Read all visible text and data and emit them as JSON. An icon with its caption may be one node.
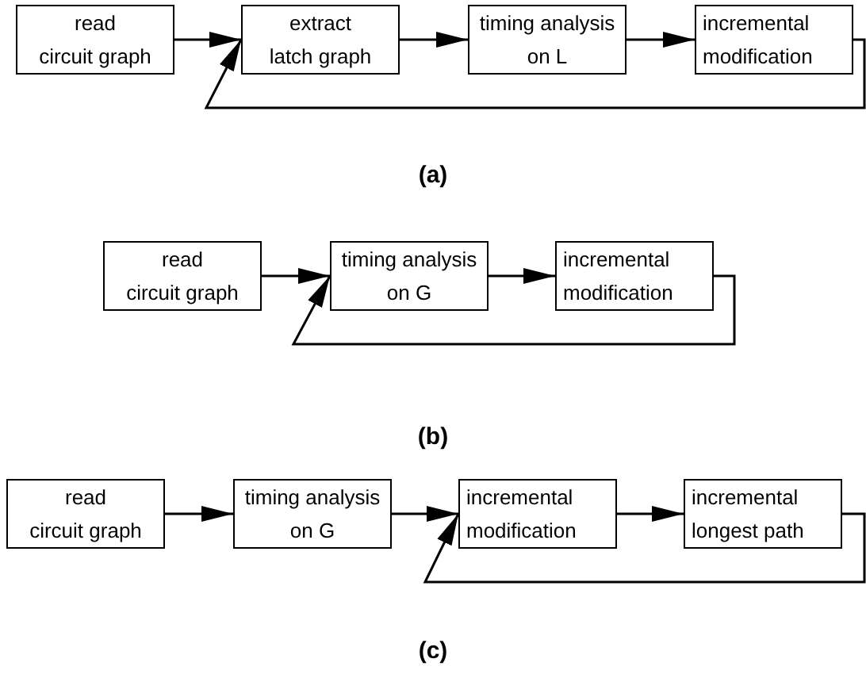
{
  "diagram": {
    "nodes": [
      {
        "text": [
          "read circuit graph"
        ]
      },
      {
        "text": [
          "extract latch graph"
        ]
      },
      {
        "text": [
          "timing analysis on L"
        ]
      },
      {
        "text": [
          "incremental modification"
        ]
      },
      {
        "text": [
          "read circuit graph"
        ]
      },
      {
        "text": [
          "timing analysis on G"
        ]
      },
      {
        "text": [
          "incremental modification"
        ]
      },
      {
        "text": [
          "read circuit graph"
        ]
      },
      {
        "text": [
          "timing analysis on G"
        ]
      },
      {
        "text": [
          "incremental modification"
        ]
      },
      {
        "text": [
          "incremental longest path"
        ]
      }
    ],
    "edges": [
      {
        "from": 0,
        "to": 1,
        "arrow": "to"
      },
      {
        "from": 1,
        "to": 2,
        "arrow": "to"
      },
      {
        "from": 2,
        "to": 3,
        "arrow": "to"
      },
      {
        "from": 3,
        "to": 1,
        "arrow": "to"
      },
      {
        "from": 4,
        "to": 5,
        "arrow": "to"
      },
      {
        "from": 5,
        "to": 6,
        "arrow": "to"
      },
      {
        "from": 6,
        "to": 5,
        "arrow": "to"
      },
      {
        "from": 7,
        "to": 8,
        "arrow": "to"
      },
      {
        "from": 8,
        "to": 9,
        "arrow": "to"
      },
      {
        "from": 9,
        "to": 10,
        "arrow": "to"
      },
      {
        "from": 10,
        "to": 9,
        "arrow": "to"
      }
    ],
    "labels": [
      "(a)",
      "(b)",
      "(c)"
    ]
  }
}
